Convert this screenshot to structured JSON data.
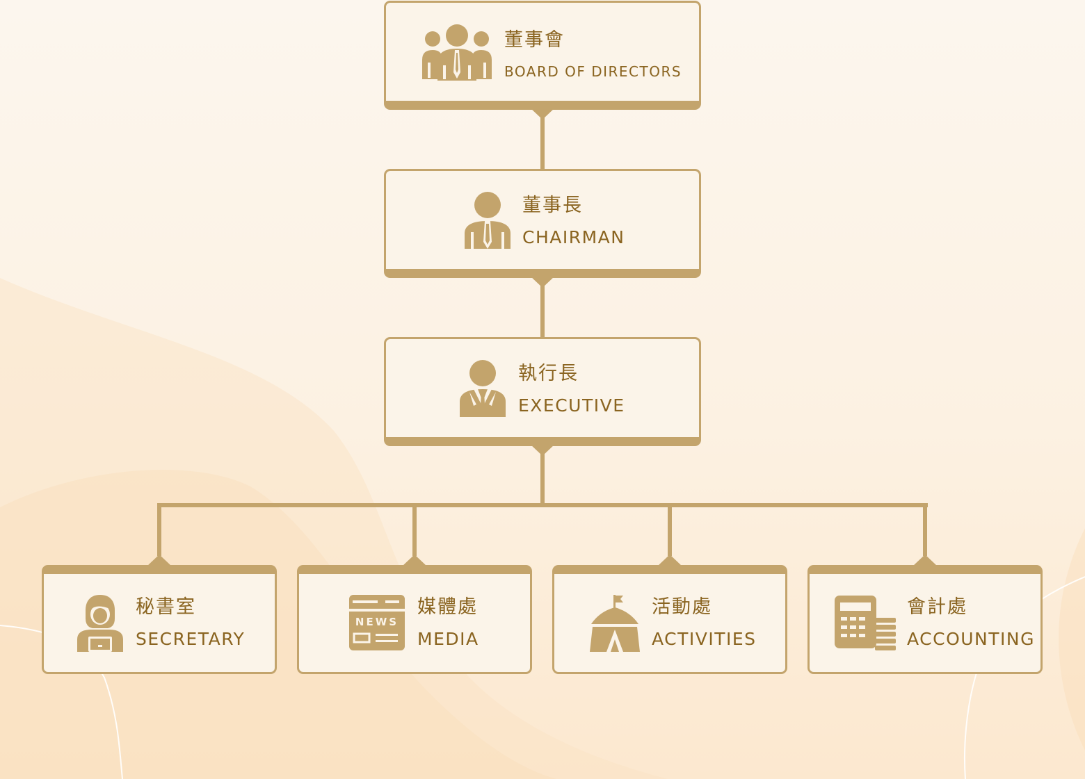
{
  "colors": {
    "accent": "#c3a46c",
    "text": "#8a6420",
    "card_background": "#fbf4e9",
    "page_background": "#fcf1e2"
  },
  "nodes": {
    "board": {
      "zh": "董事會",
      "en": "BOARD OF DIRECTORS",
      "icon": "group-icon"
    },
    "chairman": {
      "zh": "董事長",
      "en": "CHAIRMAN",
      "icon": "businessman-icon"
    },
    "executive": {
      "zh": "執行長",
      "en": "EXECUTIVE",
      "icon": "executive-icon"
    },
    "secretary": {
      "zh": "秘書室",
      "en": "SECRETARY",
      "icon": "secretary-icon"
    },
    "media": {
      "zh": "媒體處",
      "en": "MEDIA",
      "icon": "news-icon"
    },
    "activities": {
      "zh": "活動處",
      "en": "ACTIVITIES",
      "icon": "tent-icon"
    },
    "accounting": {
      "zh": "會計處",
      "en": "ACCOUNTING",
      "icon": "calculator-icon"
    }
  }
}
